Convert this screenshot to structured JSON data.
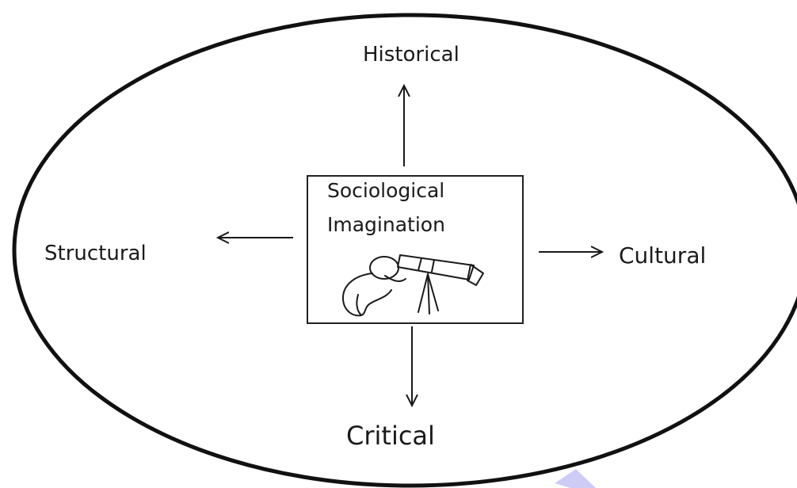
{
  "diagram": {
    "center_line_1": "Sociological",
    "center_line_2": "Imagination",
    "top_label": "Historical",
    "left_label": "Structural",
    "right_label": "Cultural",
    "bottom_label": "Critical",
    "center_icon": "telescope-user-icon",
    "ink_color": "#1a1a1a",
    "accent_mark_color": "#c9c7f3"
  }
}
